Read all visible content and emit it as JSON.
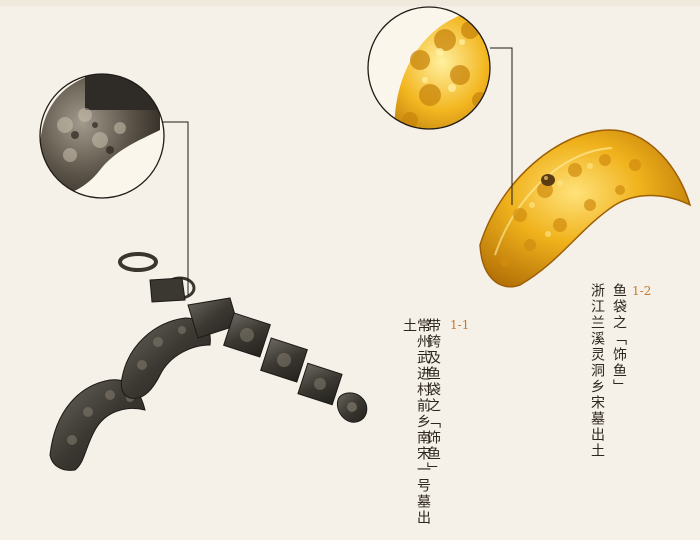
{
  "item_1_1": {
    "number": "1-1",
    "title": "带銙及鱼袋之「饰鱼」",
    "source": "常州武进村前乡南宋一号墓出土"
  },
  "item_1_2": {
    "number": "1-2",
    "title": "鱼袋之「饰鱼」",
    "source": "浙江兰溪灵洞乡宋墓出土"
  }
}
